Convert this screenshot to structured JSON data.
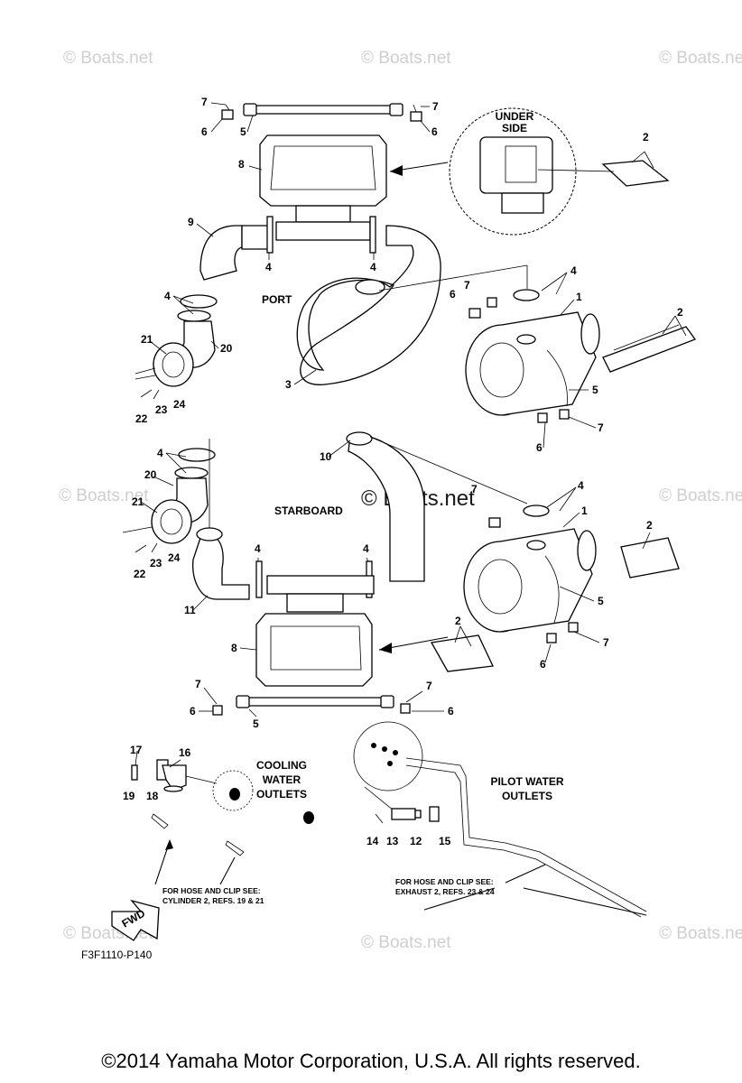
{
  "diagram_code": "F3F1110-P140",
  "copyright": "©2014 Yamaha Motor Corporation, U.S.A. All rights reserved.",
  "watermark": "© Boats.net",
  "sections": {
    "port": "PORT",
    "starboard": "STARBOARD",
    "under_side": [
      "UNDER",
      "SIDE"
    ],
    "cooling": [
      "COOLING",
      "WATER",
      "OUTLETS"
    ],
    "pilot": [
      "PILOT WATER",
      "OUTLETS"
    ],
    "fwd": "FWD"
  },
  "notes": {
    "cylinder": [
      "FOR HOSE AND CLIP SEE:",
      "CYLINDER 2, REFS. 19 & 21"
    ],
    "exhaust": [
      "FOR HOSE AND CLIP SEE:",
      "EXHAUST 2, REFS. 23 & 24"
    ]
  },
  "callouts": [
    "7",
    "6",
    "5",
    "7",
    "6",
    "8",
    "2",
    "9",
    "4",
    "4",
    "4",
    "4",
    "PORT",
    "6",
    "7",
    "1",
    "2",
    "21",
    "20",
    "3",
    "5",
    "22",
    "23",
    "24",
    "7",
    "6",
    "10",
    "4",
    "20",
    "21",
    "7",
    "4",
    "1",
    "2",
    "24",
    "22",
    "23",
    "4",
    "4",
    "11",
    "5",
    "8",
    "2",
    "7",
    "6",
    "7",
    "6",
    "5",
    "7",
    "6",
    "17",
    "16",
    "19",
    "18",
    "14",
    "13",
    "12",
    "15"
  ]
}
